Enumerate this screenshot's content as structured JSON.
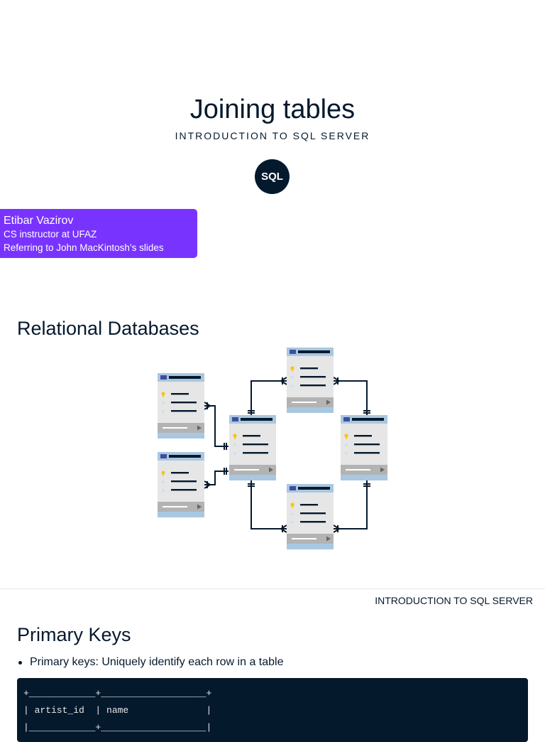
{
  "slide1": {
    "title": "Joining tables",
    "subtitle": "INTRODUCTION TO SQL SERVER",
    "logo_text": "SQL",
    "author": {
      "name": "Etibar Vazirov",
      "role": "CS instructor at UFAZ",
      "note": "Referring to John MacKintosh’s slides"
    },
    "colors": {
      "accent": "#7933ff",
      "navy": "#05192d"
    }
  },
  "slide2": {
    "heading": "Relational Databases",
    "diagram_icon": "entity-relationship-diagram"
  },
  "footer": {
    "label": "INTRODUCTION TO SQL SERVER"
  },
  "slide3": {
    "heading": "Primary Keys",
    "bullet": "Primary keys: Uniquely identify each row in a table",
    "code_lines": [
      "+____________+___________________+",
      "| artist_id  | name              |",
      "|____________+___________________|"
    ]
  }
}
